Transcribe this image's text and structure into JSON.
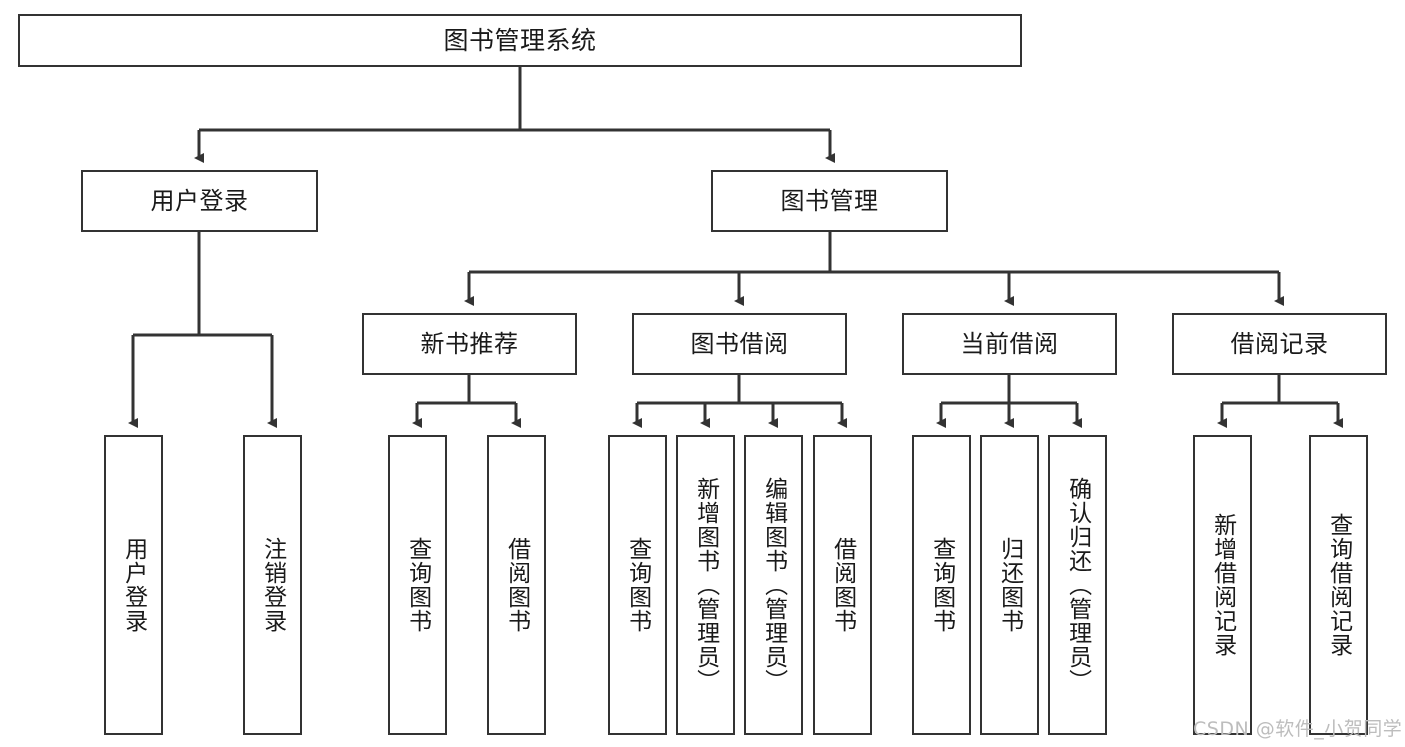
{
  "diagram": {
    "title": "图书管理系统",
    "type": "functional-structure-tree",
    "stroke_color": "#333333",
    "fill_color": "#ffffff",
    "text_color": "#1a1a1a"
  },
  "nodes": {
    "root": {
      "label": "图书管理系统"
    },
    "level2": [
      {
        "id": "user-login",
        "label": "用户登录"
      },
      {
        "id": "book-management",
        "label": "图书管理"
      }
    ],
    "level3": [
      {
        "id": "new-book-recommend",
        "label": "新书推荐"
      },
      {
        "id": "book-borrow",
        "label": "图书借阅"
      },
      {
        "id": "current-borrow",
        "label": "当前借阅"
      },
      {
        "id": "borrow-record",
        "label": "借阅记录"
      }
    ],
    "leaves": [
      {
        "id": "leaf-user-login",
        "label": "用户登录",
        "parent": "user-login"
      },
      {
        "id": "leaf-logout-login",
        "label": "注销登录",
        "parent": "user-login"
      },
      {
        "id": "leaf-query-book-1",
        "label": "查询图书",
        "parent": "new-book-recommend"
      },
      {
        "id": "leaf-borrow-book-1",
        "label": "借阅图书",
        "parent": "new-book-recommend"
      },
      {
        "id": "leaf-query-book-2",
        "label": "查询图书",
        "parent": "book-borrow"
      },
      {
        "id": "leaf-add-book",
        "label": "新增图书（管理员）",
        "parent": "book-borrow"
      },
      {
        "id": "leaf-edit-book",
        "label": "编辑图书（管理员）",
        "parent": "book-borrow"
      },
      {
        "id": "leaf-borrow-book-2",
        "label": "借阅图书",
        "parent": "book-borrow"
      },
      {
        "id": "leaf-query-book-3",
        "label": "查询图书",
        "parent": "current-borrow"
      },
      {
        "id": "leaf-return-book",
        "label": "归还图书",
        "parent": "current-borrow"
      },
      {
        "id": "leaf-confirm-return",
        "label": "确认归还（管理员）",
        "parent": "current-borrow"
      },
      {
        "id": "leaf-add-record",
        "label": "新增借阅记录",
        "parent": "borrow-record"
      },
      {
        "id": "leaf-query-record",
        "label": "查询借阅记录",
        "parent": "borrow-record"
      }
    ]
  },
  "watermark": {
    "text": "CSDN @软件_小贺同学"
  }
}
